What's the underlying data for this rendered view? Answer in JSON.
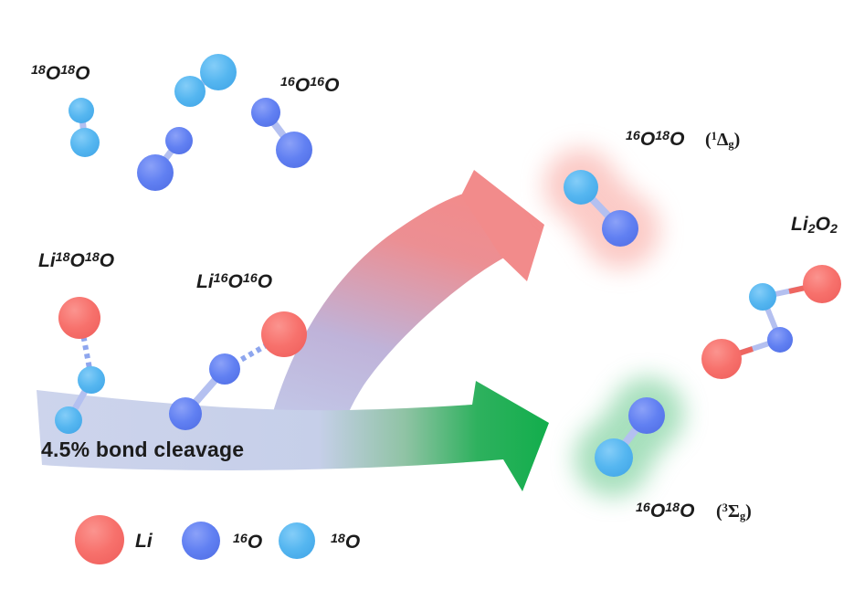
{
  "figure": {
    "description": "Isotope-labeled oxygen reaction scheme with Li superoxide intermediates and Li2O2 product",
    "background": "#ffffff"
  },
  "palette": {
    "li_red": "#f4706b",
    "o16_blue": "#5f80f0",
    "o18_blue": "#53b6f0",
    "bond_lavender": "#b4c0f0",
    "dashed_bond": "#8ea6ee",
    "band_lavender": "#ccd3ec",
    "pathway_red": "#f28b8b",
    "pathway_green": "#16b052",
    "glow_red": "#f8968e",
    "glow_green": "#5ec686",
    "text": "#1c1c1c"
  },
  "reactants": {
    "o18_dimer_label": [
      {
        "sup": "18"
      },
      {
        "txt": "O"
      },
      {
        "sup": "18"
      },
      {
        "txt": "O"
      }
    ],
    "o16_dimer_label": [
      {
        "sup": "16"
      },
      {
        "txt": "O"
      },
      {
        "sup": "16"
      },
      {
        "txt": "O"
      }
    ],
    "li_o18_superoxide_label": [
      {
        "txt": "Li"
      },
      {
        "sup": "18"
      },
      {
        "txt": "O"
      },
      {
        "sup": "18"
      },
      {
        "txt": "O"
      }
    ],
    "li_o16_superoxide_label": [
      {
        "txt": "Li"
      },
      {
        "sup": "16"
      },
      {
        "txt": "O"
      },
      {
        "sup": "16"
      },
      {
        "txt": "O"
      }
    ]
  },
  "pathway": {
    "cleavage_note": "4.5% bond cleavage"
  },
  "products": {
    "singlet_formula": [
      {
        "sup": "16"
      },
      {
        "txt": "O"
      },
      {
        "sup": "18"
      },
      {
        "txt": "O"
      }
    ],
    "singlet_state": [
      {
        "txt": "("
      },
      {
        "sup": "1"
      },
      {
        "txt": "Δ"
      },
      {
        "sub": "g"
      },
      {
        "txt": ")"
      }
    ],
    "triplet_formula": [
      {
        "sup": "16"
      },
      {
        "txt": "O"
      },
      {
        "sup": "18"
      },
      {
        "txt": "O"
      }
    ],
    "triplet_state": [
      {
        "txt": "("
      },
      {
        "sup": "3"
      },
      {
        "txt": "Σ"
      },
      {
        "sub": "g"
      },
      {
        "txt": ")"
      }
    ],
    "lithium_peroxide_label": [
      {
        "txt": "Li"
      },
      {
        "sub": "2"
      },
      {
        "txt": "O"
      },
      {
        "sub": "2"
      }
    ]
  },
  "legend": {
    "items": [
      {
        "name": "lithium",
        "color": "#f4706b",
        "label": [
          {
            "txt": "Li"
          }
        ]
      },
      {
        "name": "oxygen-16",
        "color": "#5f80f0",
        "label": [
          {
            "sup": "16"
          },
          {
            "txt": "O"
          }
        ]
      },
      {
        "name": "oxygen-18",
        "color": "#53b6f0",
        "label": [
          {
            "sup": "18"
          },
          {
            "txt": "O"
          }
        ]
      }
    ]
  }
}
